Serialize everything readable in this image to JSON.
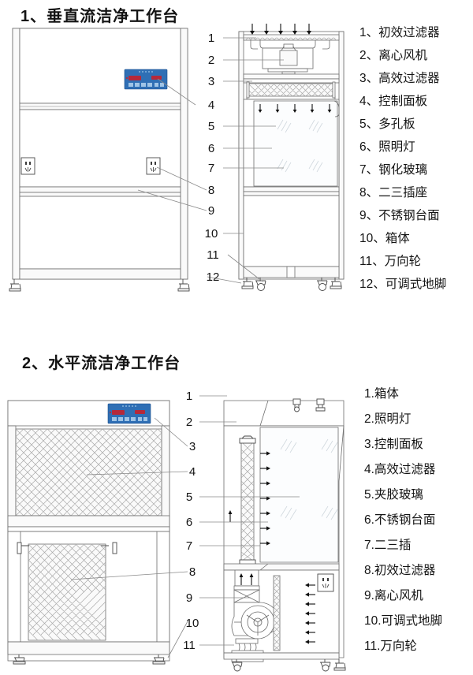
{
  "figures": [
    {
      "id": "fig1",
      "title": "1、垂直流洁净工作台",
      "callout_numbers": [
        "1",
        "2",
        "3",
        "4",
        "5",
        "6",
        "7",
        "8",
        "9",
        "10",
        "11",
        "12"
      ],
      "legend": [
        "1、初效过滤器",
        "2、离心风机",
        "3、高效过滤器",
        "4、控制面板",
        "5、多孔板",
        "6、照明灯",
        "7、钢化玻璃",
        "8、二三插座",
        "9、不锈钢台面",
        "10、箱体",
        "11、万向轮",
        "12、可调式地脚"
      ]
    },
    {
      "id": "fig2",
      "title": "2、水平流洁净工作台",
      "callout_numbers": [
        "1",
        "2",
        "3",
        "4",
        "5",
        "6",
        "7",
        "8",
        "9",
        "10",
        "11"
      ],
      "legend": [
        "1.箱体",
        "2.照明灯",
        "3.控制面板",
        "4.高效过滤器",
        "5.夹胶玻璃",
        "6.不锈钢台面",
        "7.二三插",
        "8.初效过滤器",
        "9.离心风机",
        "10.可调式地脚",
        "11.万向轮"
      ]
    }
  ],
  "colors": {
    "panel_blue": "#2f6fb5",
    "panel_led_red": "#b5293a",
    "line_gray": "#6d6d6d",
    "text": "#141414"
  },
  "icons": {
    "control_panel": "control-panel-icon",
    "socket": "power-socket-icon",
    "caster": "caster-wheel-icon",
    "leveling_foot": "leveling-foot-icon",
    "fan": "centrifugal-fan-icon",
    "lamp": "lamp-icon",
    "airflow_down": "airflow-down-arrow-icon",
    "airflow_right": "airflow-right-arrow-icon",
    "airflow_left": "airflow-left-arrow-icon",
    "airflow_up": "airflow-up-arrow-icon"
  }
}
